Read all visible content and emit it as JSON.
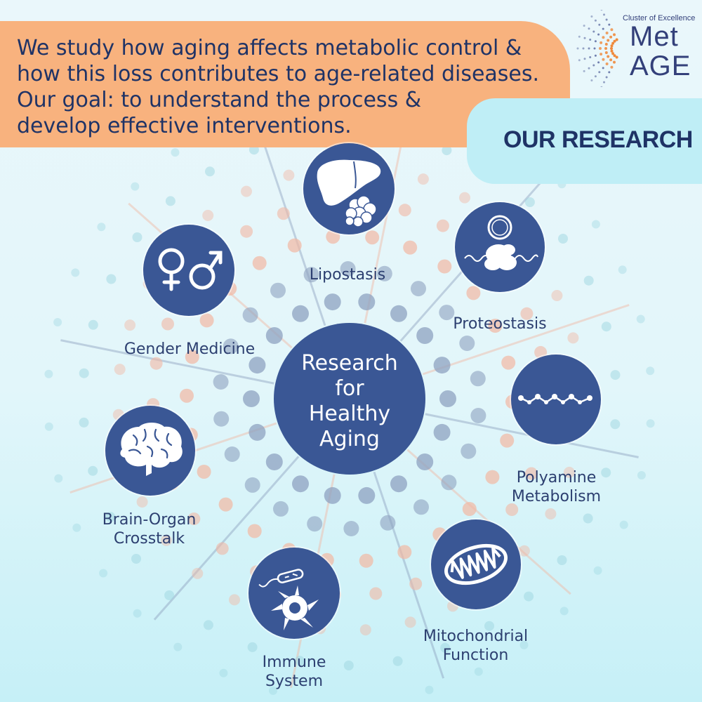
{
  "header": {
    "lines": [
      "We study how aging affects metabolic control &",
      "how this loss contributes to age-related diseases.",
      "Our goal: to understand the process &",
      "develop effective interventions."
    ]
  },
  "section_title": "OUR RESEARCH",
  "logo": {
    "subtitle": "Cluster of Excellence",
    "word1": "Met",
    "word2": "AGE"
  },
  "center": {
    "lines": [
      "Research",
      "for",
      "Healthy",
      "Aging"
    ]
  },
  "topics": [
    {
      "id": "lipostasis",
      "lines": [
        "Lipostasis"
      ],
      "icon": "liver-icon"
    },
    {
      "id": "proteostasis",
      "lines": [
        "Proteostasis"
      ],
      "icon": "protein-icon"
    },
    {
      "id": "polyamine",
      "lines": [
        "Polyamine",
        "Metabolism"
      ],
      "icon": "polyamine-chain-icon"
    },
    {
      "id": "mitochondrial",
      "lines": [
        "Mitochondrial",
        "Function"
      ],
      "icon": "mitochondrion-icon"
    },
    {
      "id": "immune",
      "lines": [
        "Immune",
        "System"
      ],
      "icon": "immune-cell-icon"
    },
    {
      "id": "brain",
      "lines": [
        "Brain-Organ",
        "Crosstalk"
      ],
      "icon": "brain-icon"
    },
    {
      "id": "gender",
      "lines": [
        "Gender Medicine"
      ],
      "icon": "gender-symbols-icon"
    }
  ],
  "colors": {
    "navy": "#1f3366",
    "circle_blue": "#3a5795",
    "header_orange": "#f8b27e",
    "title_box_cyan": "#bfeef6",
    "dot_salmon": "#f2b8a3",
    "dot_slate": "#8ea2c0",
    "dot_teal": "#9ed6e0"
  }
}
